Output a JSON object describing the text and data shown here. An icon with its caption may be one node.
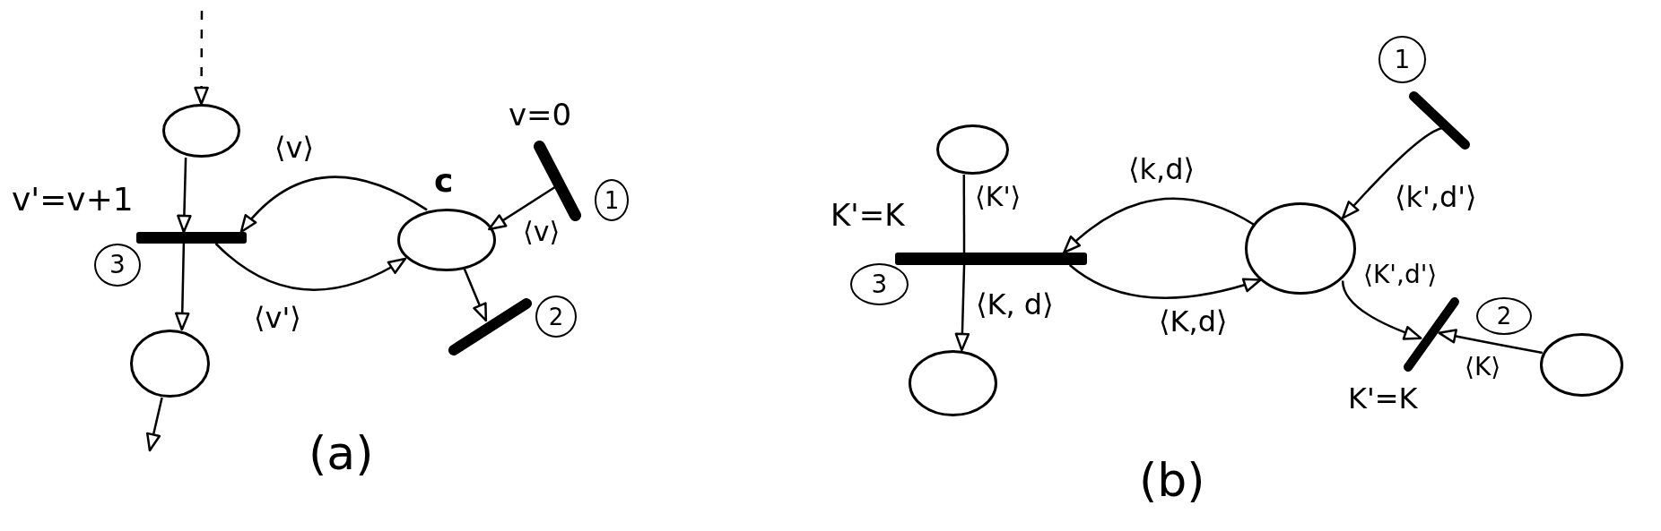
{
  "diagram": {
    "nodes": [
      {
        "text": [],
        "shape": "circle"
      },
      {
        "text": [],
        "shape": "bar",
        "beside": [
          "v'=v+1"
        ]
      },
      {
        "text": [
          "3"
        ]
      },
      {
        "text": [],
        "shape": "circle",
        "beside": [
          "c"
        ]
      },
      {
        "text": [],
        "shape": "bar",
        "beside": [
          "v=0"
        ]
      },
      {
        "text": [
          "1"
        ]
      },
      {
        "text": [],
        "shape": "circle"
      },
      {
        "text": [],
        "shape": "bar"
      },
      {
        "text": [
          "2"
        ]
      },
      {
        "text": [
          "1"
        ]
      },
      {
        "text": [],
        "shape": "circle"
      },
      {
        "text": [],
        "shape": "bar"
      },
      {
        "text": [],
        "shape": "bar",
        "beside": [
          "K'=K"
        ]
      },
      {
        "text": [
          "3"
        ]
      },
      {
        "text": [],
        "shape": "circle"
      },
      {
        "text": [],
        "shape": "bar",
        "beside": [
          "K'=K"
        ]
      },
      {
        "text": [
          "2"
        ]
      },
      {
        "text": [],
        "shape": "circle"
      },
      {
        "text": [],
        "shape": "circle"
      }
    ],
    "edges": [
      {
        "from": null,
        "to": 0,
        "arrow": "to",
        "style": "dashed"
      },
      {
        "from": 0,
        "to": 1,
        "arrow": "to"
      },
      {
        "from": 1,
        "to": 6,
        "arrow": "to"
      },
      {
        "from": 6,
        "to": null,
        "arrow": "to"
      },
      {
        "from": 3,
        "to": 1,
        "arrow": "to",
        "label": "⟨v⟩"
      },
      {
        "from": 1,
        "to": 3,
        "arrow": "to",
        "label": "⟨v'⟩"
      },
      {
        "from": 4,
        "to": 3,
        "arrow": "to",
        "label": "⟨v⟩"
      },
      {
        "from": 3,
        "to": 7,
        "arrow": "to"
      },
      {
        "from": 10,
        "to": 12,
        "arrow": "none",
        "label": "⟨K'⟩"
      },
      {
        "from": 12,
        "to": 18,
        "arrow": "to",
        "label": "⟨K, d⟩"
      },
      {
        "from": 14,
        "to": 12,
        "arrow": "to",
        "label": "⟨k,d⟩"
      },
      {
        "from": 12,
        "to": 14,
        "arrow": "to",
        "label": "⟨K,d⟩"
      },
      {
        "from": 11,
        "to": 14,
        "arrow": "to",
        "label": "⟨k',d'⟩"
      },
      {
        "from": 14,
        "to": 15,
        "arrow": "to",
        "label": "⟨K',d'⟩"
      },
      {
        "from": 17,
        "to": 15,
        "arrow": "to",
        "label": "⟨K⟩"
      }
    ],
    "labels": [
      "(a)",
      "(b)"
    ]
  }
}
